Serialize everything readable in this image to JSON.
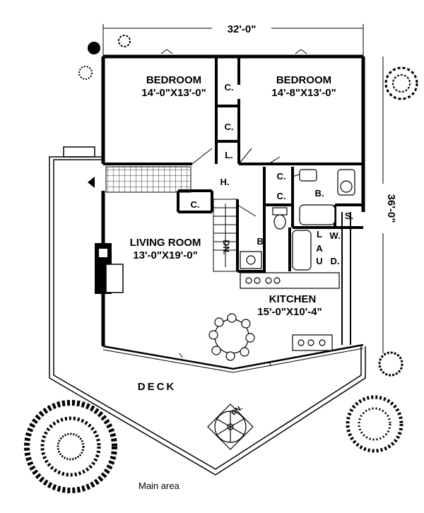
{
  "dimensions": {
    "width": "32'-0\"",
    "depth": "36'-0\""
  },
  "rooms": {
    "bedroom_left": {
      "name": "BEDROOM",
      "size": "14'-0\"X13'-0\""
    },
    "bedroom_right": {
      "name": "BEDROOM",
      "size": "14'-8\"X13'-0\""
    },
    "living_room": {
      "name": "LIVING ROOM",
      "size": "13'-0\"X19'-0\""
    },
    "kitchen": {
      "name": "KITCHEN",
      "size": "15'-0\"X10'-4\""
    },
    "deck": {
      "name": "DECK"
    }
  },
  "labels": {
    "closet": "C.",
    "linen": "L.",
    "hall": "H.",
    "bath": "B.",
    "shower": "S.",
    "down": "DN.",
    "laundry_l": "L",
    "laundry_a": "A",
    "laundry_u": "U",
    "laundry_d": "D.",
    "washer": "W.",
    "dryer": "D."
  },
  "caption": "Main area"
}
